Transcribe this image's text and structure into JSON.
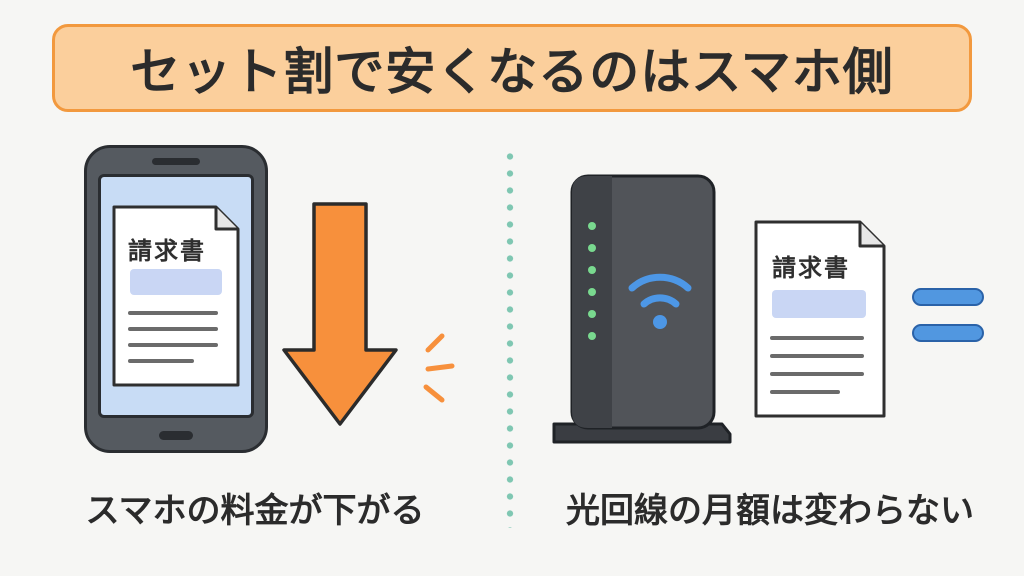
{
  "banner": {
    "title": "セット割で安くなるのはスマホ側"
  },
  "left_panel": {
    "document_title": "請求書",
    "caption": "スマホの料金が下がる"
  },
  "right_panel": {
    "document_title": "請求書",
    "caption": "光回線の月額は変わらない"
  },
  "icons": {
    "phone": "smartphone-icon",
    "arrow": "arrow-down-icon",
    "router": "wifi-router-icon",
    "invoice": "invoice-document-icon",
    "equals": "equals-icon"
  },
  "colors": {
    "banner_fill": "#fbcf9c",
    "banner_border": "#f2993e",
    "arrow_fill": "#f7903c",
    "screen_fill": "#c8dcf5",
    "wifi_blue": "#4d97e6",
    "router_led_green": "#79d98f",
    "divider_green": "#7fc7b2",
    "equals_blue": "#5197e0"
  }
}
